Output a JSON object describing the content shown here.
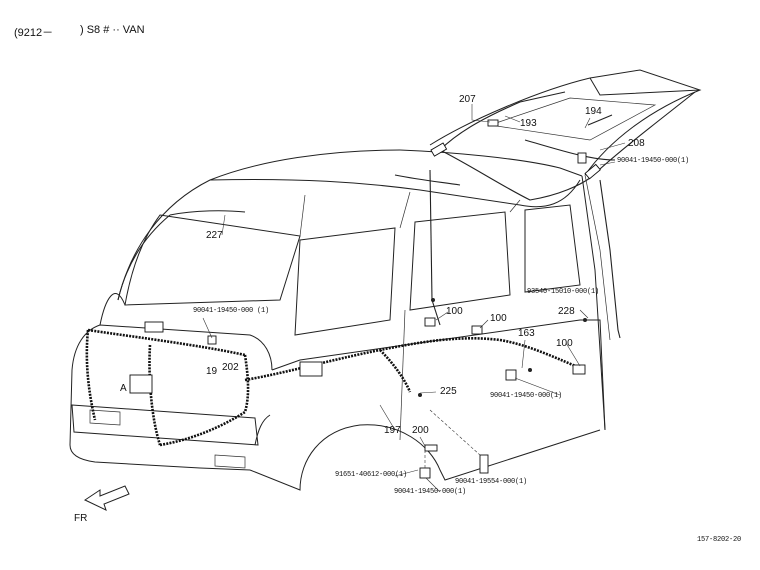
{
  "header": {
    "code": "(9212－",
    "model": ") S8 # ·· VAN"
  },
  "labels": {
    "r207": "207",
    "r193": "193",
    "r194": "194",
    "r208": "208",
    "r227": "227",
    "r100a": "100",
    "r100b": "100",
    "r100c": "100",
    "r163": "163",
    "r228": "228",
    "r19": "19",
    "r202": "202",
    "r225": "225",
    "r197": "197",
    "r200": "200",
    "rA": "A",
    "p1": "90041-19450-000(1)",
    "p2": "93540-15010-000(1)",
    "p3": "90041-19450-000 (1)",
    "p4": "90041-19450-000(1)",
    "p5": "91651-40612-000(1)",
    "p6": "90041-19450-000(1)",
    "p7": "90041-19554-000(1)"
  },
  "direction": {
    "front": "FR"
  },
  "footer": {
    "ref": "157-8202-20"
  }
}
